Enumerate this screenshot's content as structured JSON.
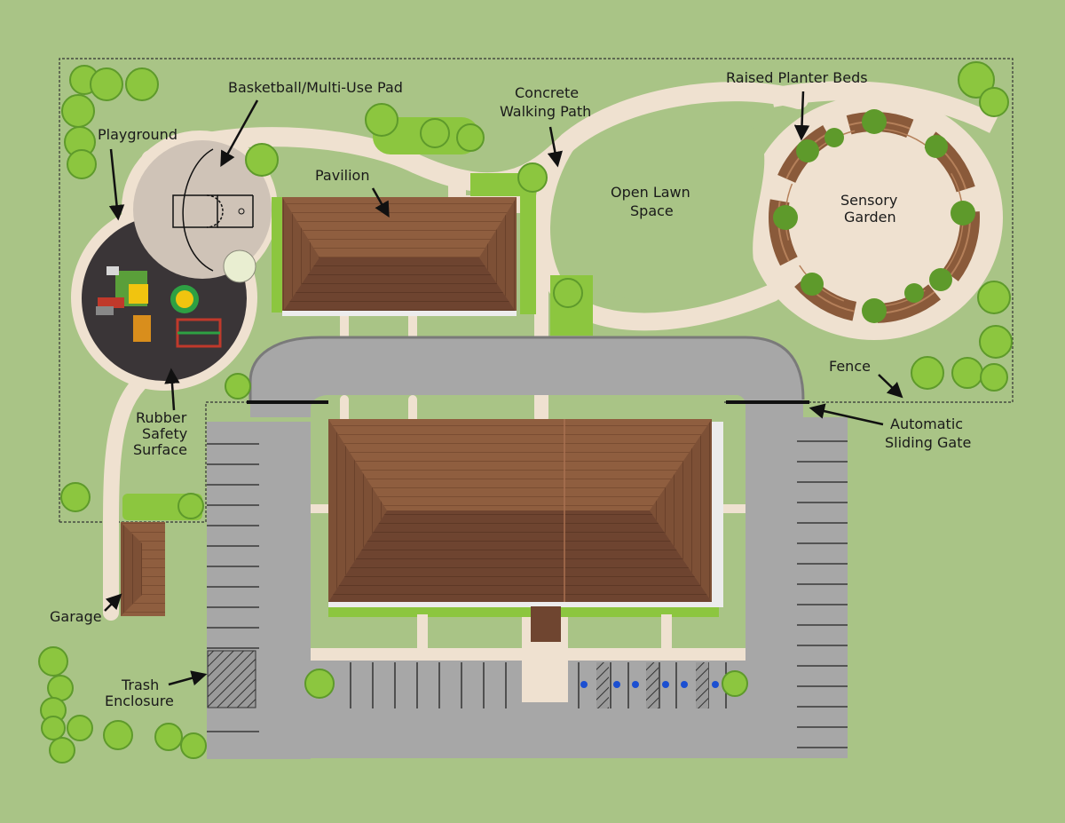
{
  "colors": {
    "background": "#a9c486",
    "lawn": "#a9c486",
    "path": "#efe1d0",
    "asphalt": "#a7a7a7",
    "roof_light": "#8f5e3f",
    "roof_dark": "#6f4530",
    "safety_surface": "#3a3537",
    "court": "#cfc3b7",
    "shrub": "#8cc63f",
    "planter": "#8a5a3a",
    "accessible_blue": "#1b4fd1"
  },
  "labels": {
    "playground": "Playground",
    "basketball": "Basketball/Multi-Use Pad",
    "walking_path_1": "Concrete",
    "walking_path_2": "Walking Path",
    "raised_beds": "Raised Planter Beds",
    "pavilion": "Pavilion",
    "open_lawn_1": "Open Lawn",
    "open_lawn_2": "Space",
    "sensory_1": "Sensory",
    "sensory_2": "Garden",
    "rubber_1": "Rubber",
    "rubber_2": "Safety",
    "rubber_3": "Surface",
    "fence": "Fence",
    "gate_1": "Automatic",
    "gate_2": "Sliding Gate",
    "garage": "Garage",
    "trash_1": "Trash",
    "trash_2": "Enclosure"
  },
  "icons": {
    "accessible_parking": "wheelchair-icon",
    "tree": "tree-icon",
    "shrub": "shrub-icon",
    "umbrella": "umbrella-icon",
    "play_structure": "play-structure-icon"
  }
}
